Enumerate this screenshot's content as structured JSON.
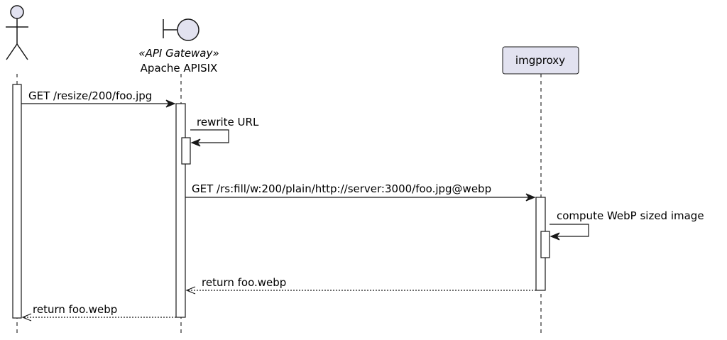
{
  "participants": {
    "actor": {
      "label": ""
    },
    "gateway": {
      "stereotype": "«API Gateway»",
      "label": "Apache APISIX",
      "icon": "boundary-icon"
    },
    "imgproxy": {
      "label": "imgproxy",
      "fill": "#E2E2F0"
    }
  },
  "messages": [
    {
      "from": "actor",
      "to": "gateway",
      "label": "GET /resize/200/foo.jpg",
      "style": "solid"
    },
    {
      "from": "gateway",
      "to": "gateway",
      "label": "rewrite URL",
      "style": "self"
    },
    {
      "from": "gateway",
      "to": "imgproxy",
      "label": "GET /rs:fill/w:200/plain/http://server:3000/foo.jpg@webp",
      "style": "solid"
    },
    {
      "from": "imgproxy",
      "to": "imgproxy",
      "label": "compute WebP sized image",
      "style": "self"
    },
    {
      "from": "imgproxy",
      "to": "gateway",
      "label": "return foo.webp",
      "style": "dashed"
    },
    {
      "from": "gateway",
      "to": "actor",
      "label": "return foo.webp",
      "style": "dashed"
    }
  ],
  "colors": {
    "participant_fill": "#E2E2F0",
    "line": "#181818"
  }
}
